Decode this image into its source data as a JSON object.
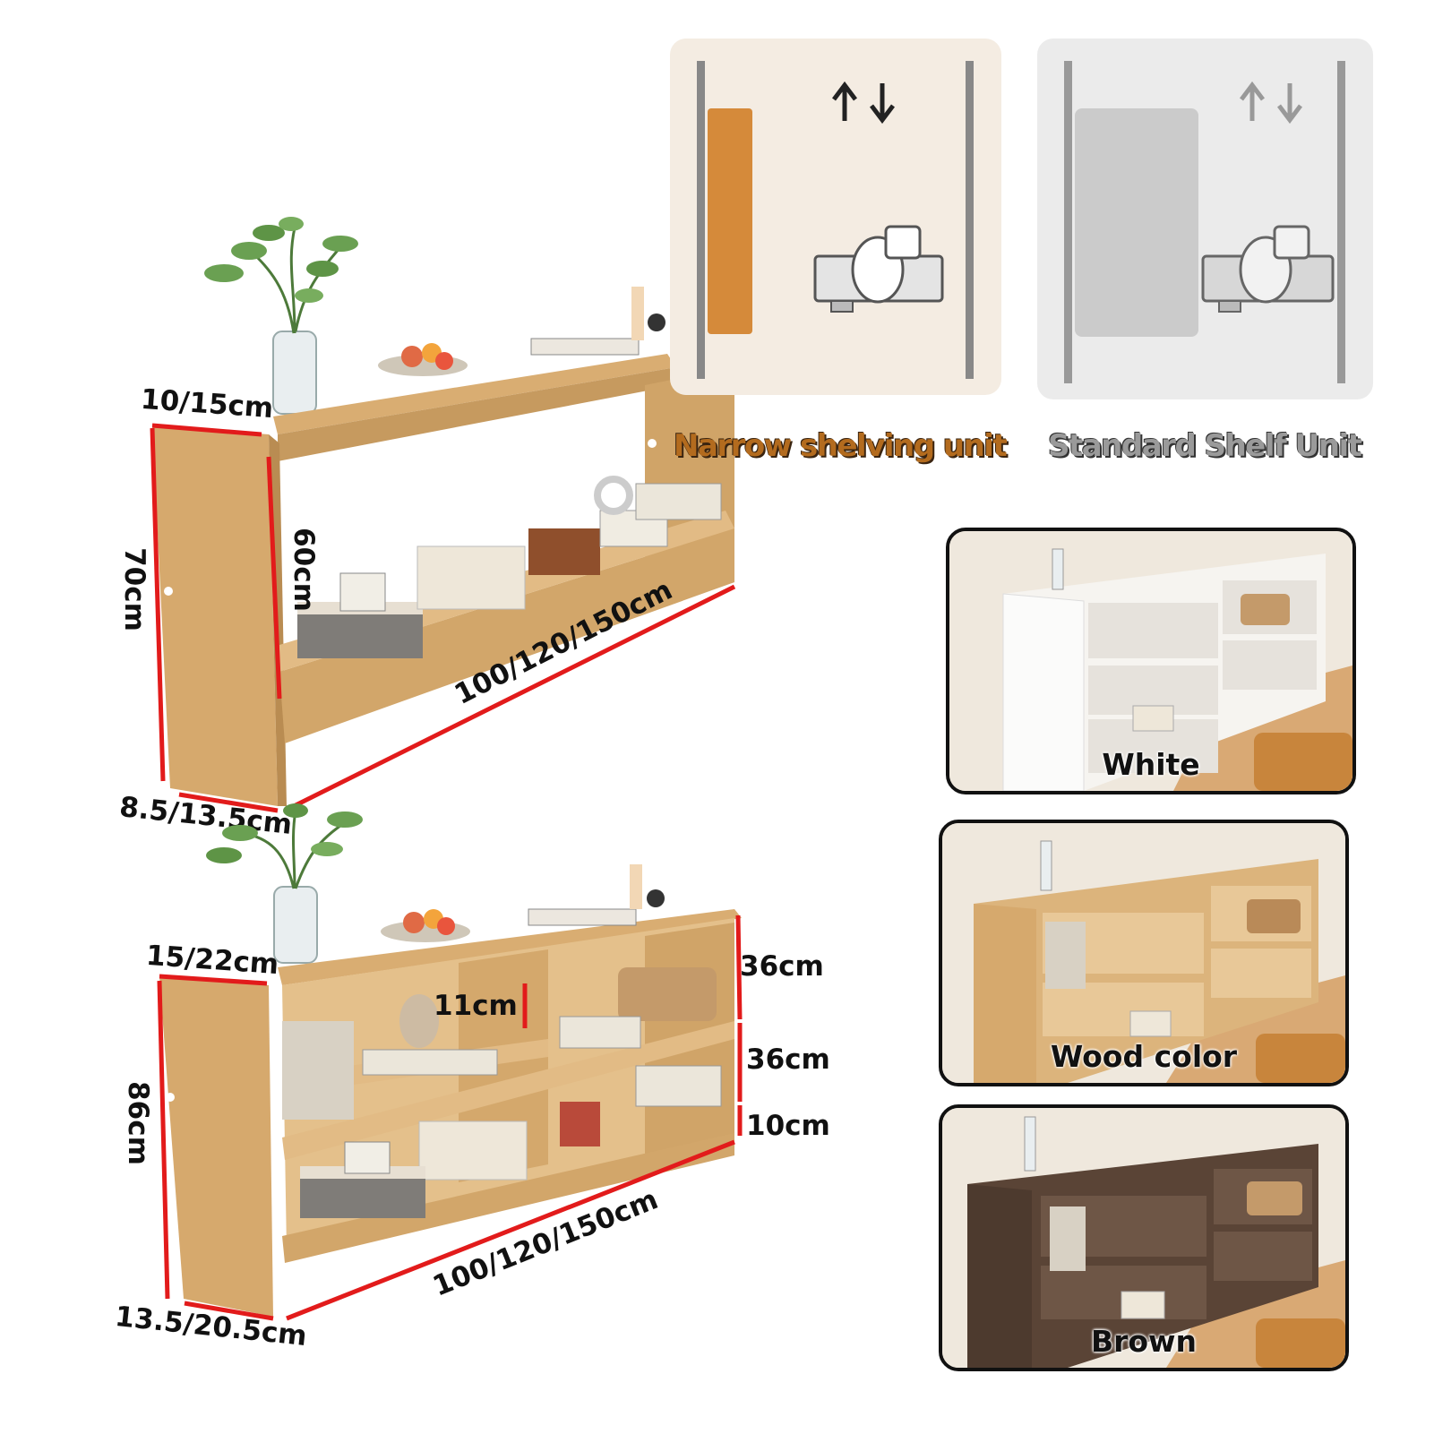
{
  "narrow_unit": {
    "dimensions": {
      "top_depth": "10/15cm",
      "height": "70cm",
      "inner_height": "60cm",
      "length": "100/120/150cm",
      "bottom_depth": "8.5/13.5cm"
    }
  },
  "standard_unit": {
    "dimensions": {
      "top_depth": "15/22cm",
      "height": "86cm",
      "gap": "11cm",
      "tier_top": "36cm",
      "tier_middle": "36cm",
      "tier_bottom": "10cm",
      "length": "100/120/150cm",
      "bottom_depth": "13.5/20.5cm"
    }
  },
  "comparison": {
    "narrow_label": "Narrow shelving unit",
    "standard_label": "Standard Shelf Unit",
    "arrow_up_icon": "arrow-up-icon",
    "arrow_down_icon": "arrow-down-icon",
    "projector_icon": "projector-icon"
  },
  "colors": {
    "options": [
      {
        "label": "White",
        "hex": "#f4f2ee"
      },
      {
        "label": "Wood  color",
        "hex": "#d9b27a"
      },
      {
        "label": "Brown",
        "hex": "#5a4436"
      }
    ],
    "accent_red": "#e21b1b",
    "wood": "#dcb47c",
    "orange": "#d58a3a"
  }
}
